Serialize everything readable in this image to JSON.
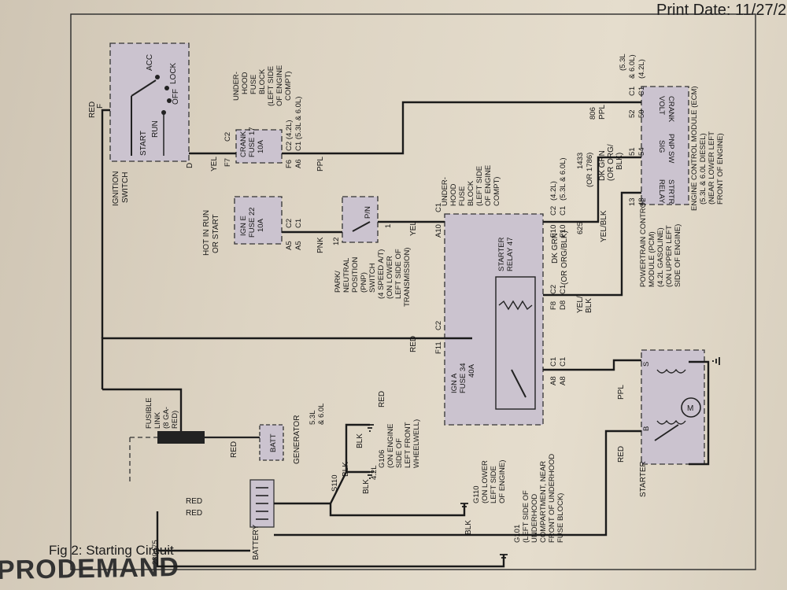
{
  "header": {
    "brand": "PRODEMAND",
    "print_date": "Print Date: 11/27/20",
    "figure_title": "Fig 2: Starting Circuit",
    "figure_id": "230475"
  },
  "labels": {
    "battery": "BATTERY",
    "batt": "BATT",
    "generator": "GENERATOR",
    "fusible_link": [
      "FUSIBLE",
      "LINK",
      "(8 GA-",
      "RED)"
    ],
    "starter": "STARTER",
    "starter_b": "B",
    "starter_s": "S",
    "starter_m": "M",
    "ignition_switch": [
      "IGNITION",
      "SWITCH"
    ],
    "ign_acc": "ACC",
    "ign_lock": "LOCK",
    "ign_off": "OFF",
    "ign_run": "RUN",
    "ign_start": "START",
    "ign_f": "F",
    "ign_d": "D",
    "hot_in_run": [
      "HOT IN RUN",
      "OR START"
    ],
    "fuse_ign_e": [
      "IGN E",
      "FUSE 22",
      "10A"
    ],
    "fuse_crank": [
      "CRANK",
      "FUSE 17",
      "10A"
    ],
    "fuse_block_top": [
      "UNDER-",
      "HOOD",
      "FUSE",
      "BLOCK",
      "(LEFT SIDE",
      "OF ENGINE",
      "COMPT)"
    ],
    "fuse_block_mid": [
      "UNDER-",
      "HOOD",
      "FUSE",
      "BLOCK",
      "(LEFT SIDE",
      "OF ENGINE",
      "COMPT)"
    ],
    "fuse_ign_a": [
      "IGN A",
      "FUSE 34",
      "40A"
    ],
    "starter_relay": [
      "STARTER",
      "RELAY 47"
    ],
    "pnp_switch": [
      "PARK/",
      "NEUTRAL",
      "POSITION",
      "(PNP)",
      "SWITCH",
      "(4 SPEED A/T)",
      "(ON LOWER",
      "LEFT SIDE OF",
      "TRANSMISSION)"
    ],
    "pnp_pn": "P/N",
    "pcm": [
      "POWERTRAIN CONTROL",
      "MODULE (PCM)",
      "(4.2L GASOLINE)",
      "(ON UPPER LEFT",
      "SIDE OF ENGINE)"
    ],
    "ecm": [
      "ENGINE CONTROL MODULE (ECM)",
      "(5.3L & 6.0L DIESEL)",
      "(NEAR LOWER LEFT",
      "FRONT OF ENGINE)"
    ],
    "strtr_relay": [
      "STRTR",
      "RELAY"
    ],
    "pnp_sw_sig": [
      "PNP SW",
      "SIG"
    ],
    "crank_volt": [
      "CRANK",
      "VOLT"
    ],
    "g101": [
      "G101",
      "(LEFT SIDE OF",
      "UNDERHOOD",
      "COMPARTMENT, NEAR",
      "FRONT OF UNDERHOOD",
      "FUSE BLOCK)"
    ],
    "g110": [
      "G110",
      "(ON LOWER",
      "LEFT SIDE",
      "OF ENGINE)"
    ],
    "g106": [
      "G106",
      "(ON ENGINE",
      "SIDE OF",
      "LEFT FRONT",
      "WHEELWELL)"
    ],
    "s110": "S110",
    "eng_42": "4.2L",
    "eng_53_60": [
      "5.3L",
      "& 6.0L"
    ]
  },
  "wires": {
    "red": "RED",
    "blk": "BLK",
    "yel": "YEL",
    "pnk": "PNK",
    "ppl": "PPL",
    "yel_blk": "YEL/BLK",
    "yel_blk_split": [
      "YEL/",
      "BLK"
    ],
    "dk_grn": "DK GRN",
    "dk_grn_alt": "(OR ORG/BLK)",
    "dk_grn_alt_split": [
      "DK GRN",
      "(OR ORG/",
      "BLK)"
    ]
  },
  "connectors": {
    "c1": "C1",
    "c2": "C2",
    "f7": "F7",
    "f6": "F6",
    "a6": "A6",
    "a5": "A5",
    "f10": "F10",
    "f8": "F8",
    "d8": "D8",
    "a8": "A8",
    "f11": "F11",
    "a10": "A10",
    "pin_12": "12",
    "pin_1": "1",
    "c2_42": "C2 (4.2L)",
    "c1_53_60": "C1 (5.3L & 6.0L)",
    "c1_53_60_right": [
      "(5.3L",
      "& 6.0L)"
    ],
    "c1_42_right": "(4.2L)",
    "c2_42_mid": "(4.2L)",
    "c1_53_mid": "(5.3L & 6.0L)"
  },
  "circuits": {
    "c806": "806",
    "c1433": "1433",
    "c1786": "(OR 1786)",
    "c625": "625",
    "pin_52": "52",
    "pin_50": "50",
    "pin_51": "51",
    "pin_54": "54",
    "pin_13": "13",
    "pin_48": "48"
  }
}
